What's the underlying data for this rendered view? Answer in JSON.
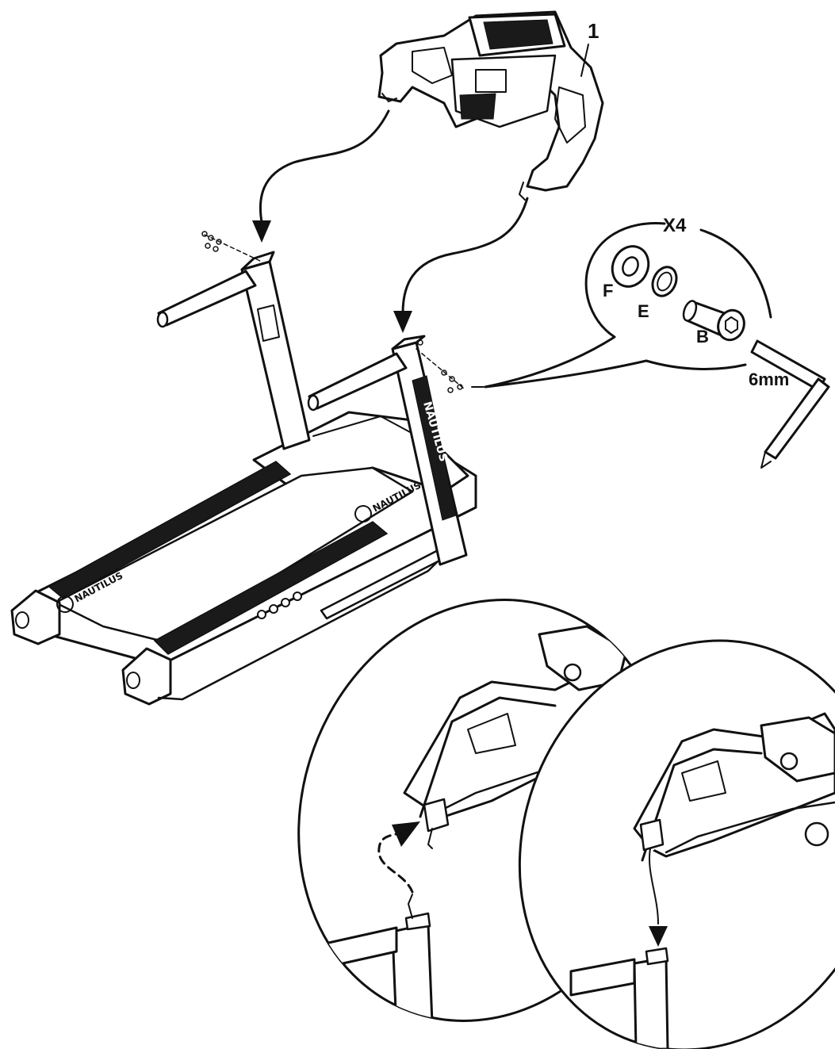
{
  "callouts": {
    "console_number": "1",
    "quantity": "X4",
    "part_f": "F",
    "part_e": "E",
    "part_b": "B",
    "tool_size": "6mm"
  },
  "branding": {
    "logo_text": "NAUTILUS"
  },
  "colors": {
    "ink": "#111111",
    "paper": "#ffffff",
    "belt_dark": "#1a1a1a"
  }
}
